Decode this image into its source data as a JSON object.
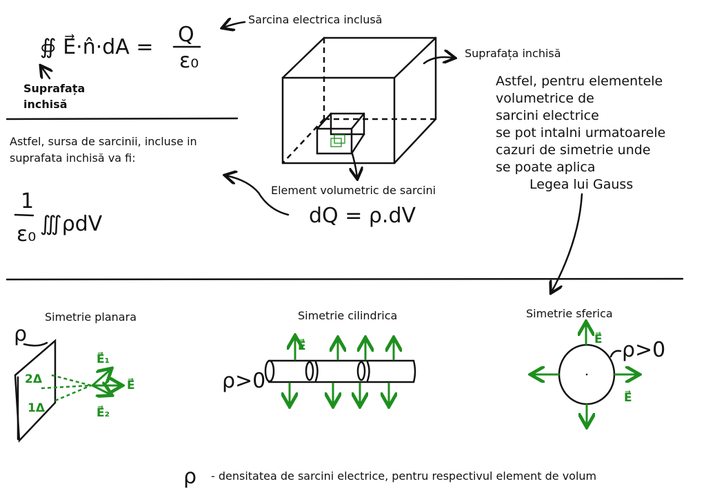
{
  "top_formula": {
    "lhs": "∯ E⃗·n̂·dA =",
    "numerator": "Q",
    "denominator": "ε₀"
  },
  "label_enclosed_charge": "Sarcina electrica inclusă",
  "label_closed_surface_left": [
    "Suprafața",
    "inchisă"
  ],
  "label_closed_surface_cube": "Suprafața inchisă",
  "source_text": [
    "Astfel, sursa de sarcinii, incluse in",
    "suprafata inchisă va fi:"
  ],
  "volume_formula": {
    "numerator": "1",
    "denominator": "ε₀",
    "body": "∭ρdV"
  },
  "label_volume_element": "Element volumetric de sarcini",
  "dq_formula": "dQ = ρ.dV",
  "right_text": [
    "Astfel, pentru elementele",
    "volumetrice de",
    "sarcini electrice",
    "se pot intalni urmatoarele",
    "cazuri de simetrie unde",
    "se poate aplica",
    "Legea lui Gauss"
  ],
  "symmetries": {
    "planar": {
      "title": "Simetrie planara",
      "rho": "ρ",
      "labels": [
        "2Δ",
        "1Δ"
      ],
      "fields": [
        "E⃗₁",
        "E⃗",
        "E⃗₂"
      ]
    },
    "cylindrical": {
      "title": "Simetrie cilindrica",
      "rho": "ρ>0",
      "field": "E⃗"
    },
    "spherical": {
      "title": "Simetrie sferica",
      "rho": "ρ>0",
      "fields": [
        "E⃗",
        "E⃗"
      ]
    }
  },
  "footer": {
    "symbol": "ρ",
    "text": "- densitatea de sarcini electrice, pentru respectivul element de volum"
  },
  "colors": {
    "ink": "#111111",
    "field": "#1f8f1f"
  }
}
